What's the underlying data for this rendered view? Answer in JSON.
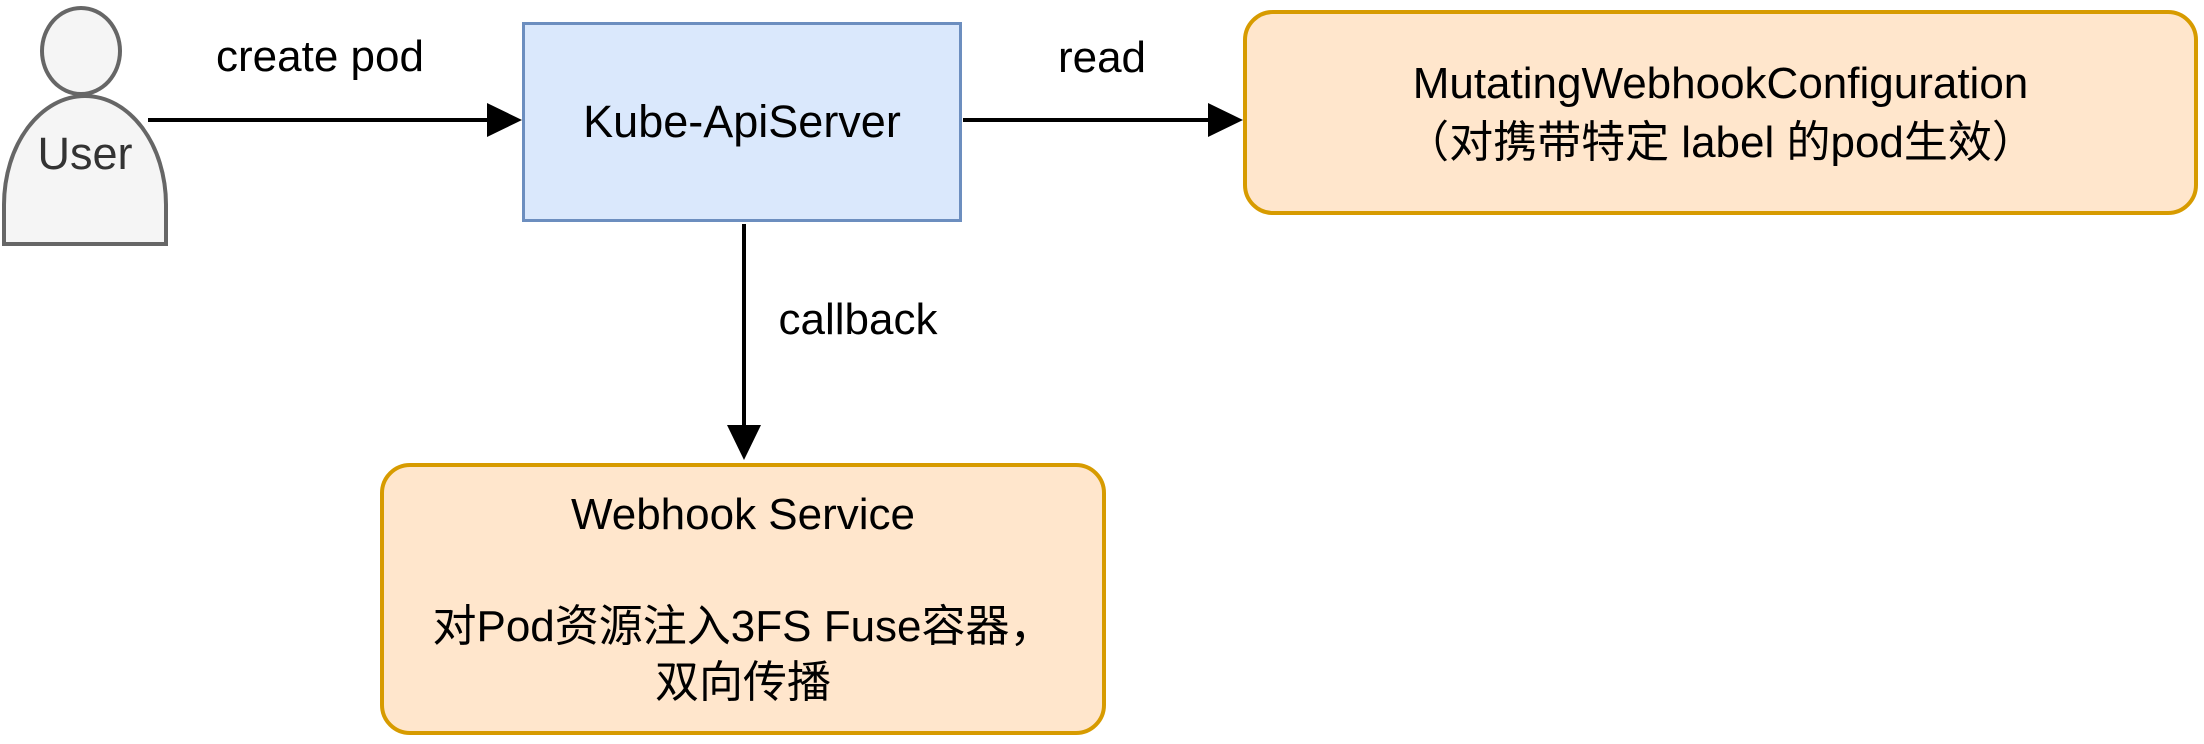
{
  "diagram": {
    "actor": {
      "label": "User"
    },
    "nodes": {
      "api_server": {
        "label": "Kube-ApiServer"
      },
      "mutating_webhook_config": {
        "line1": "MutatingWebhookConfiguration",
        "line2": "（对携带特定 label 的pod生效）"
      },
      "webhook_service": {
        "title": "Webhook Service",
        "desc_line1": "对Pod资源注入3FS Fuse容器，",
        "desc_line2": "双向传播"
      }
    },
    "edges": {
      "create_pod": {
        "label": "create pod"
      },
      "read": {
        "label": "read"
      },
      "callback": {
        "label": "callback"
      }
    },
    "colors": {
      "api_server_fill": "#dae8fc",
      "api_server_border": "#6c8ebf",
      "webhook_fill": "#ffe6cc",
      "webhook_border": "#d79b00",
      "actor_fill": "#f5f5f5",
      "actor_border": "#666666",
      "arrow": "#000000",
      "background": "#ffffff"
    }
  }
}
